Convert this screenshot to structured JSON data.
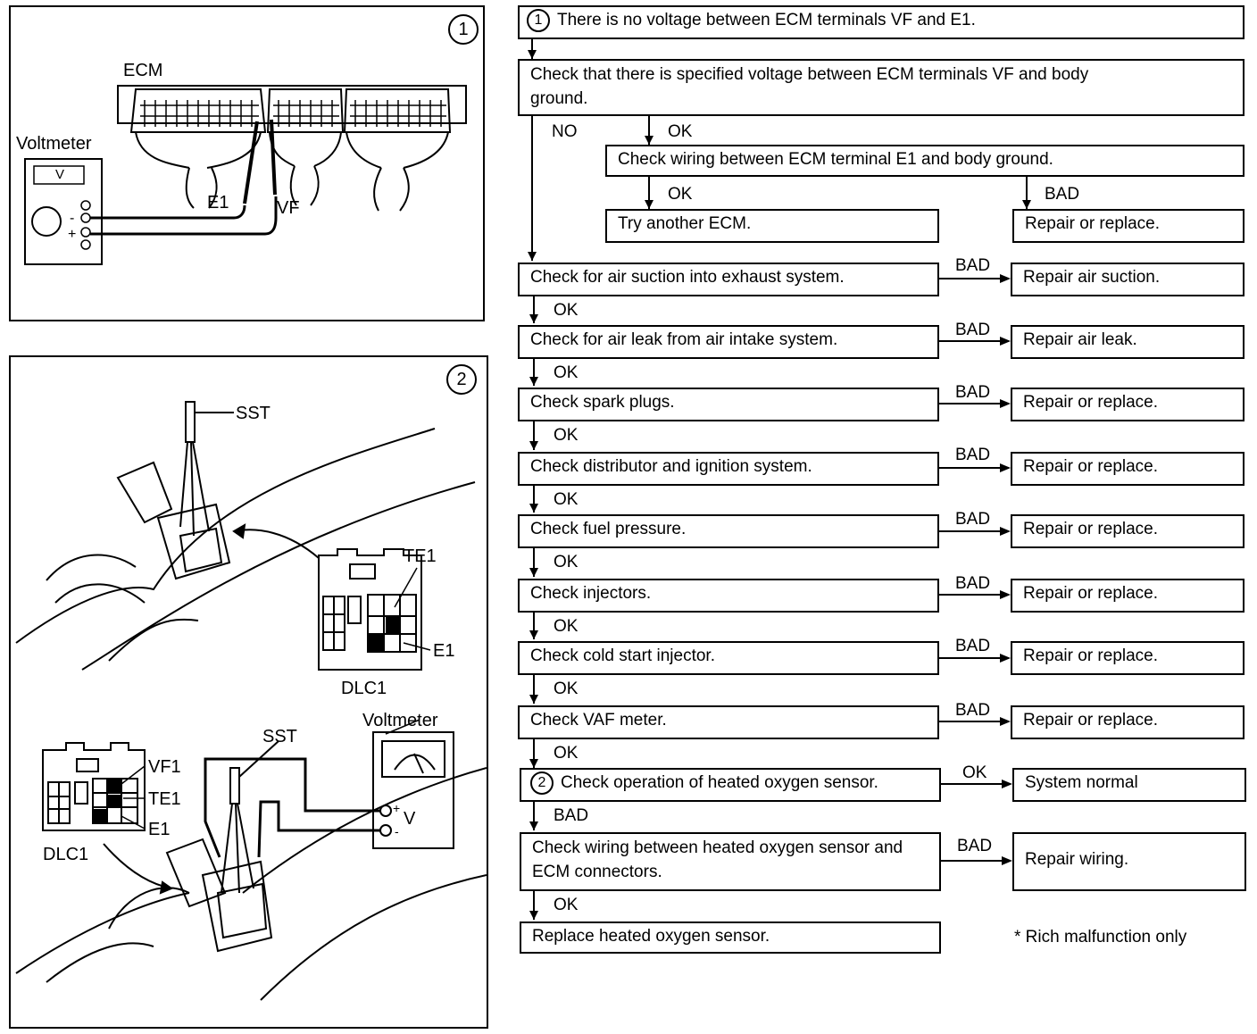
{
  "panel1": {
    "number": "1",
    "labels": {
      "ecm": "ECM",
      "voltmeter": "Voltmeter",
      "meter_v": "V",
      "e1": "E1",
      "vf": "VF",
      "minus": "-",
      "plus": "+"
    }
  },
  "panel2": {
    "number": "2",
    "labels": {
      "sst_top": "SST",
      "te1_top": "TE1",
      "e1_top": "E1",
      "dlc1_top": "DLC1",
      "voltmeter": "Voltmeter",
      "sst_bottom": "SST",
      "vf1": "VF1",
      "te1_bottom": "TE1",
      "e1_bottom": "E1",
      "dlc1_bottom": "DLC1",
      "v": "V",
      "plus": "+",
      "minus": "-"
    }
  },
  "flowchart": {
    "start": {
      "num": "1",
      "text": "There is no voltage between ECM terminals VF and E1."
    },
    "check_vf": "Check that there is specified voltage between ECM terminals VF and body ground.",
    "no": "NO",
    "ok1": "OK",
    "check_wiring_e1": "Check wiring between ECM terminal E1 and body ground.",
    "ok2": "OK",
    "bad1": "BAD",
    "try_ecm": "Try another ECM.",
    "repair_replace1": "Repair or replace.",
    "steps": [
      {
        "check": "Check for air suction into exhaust system.",
        "result_label": "BAD",
        "result": "Repair air suction.",
        "next": "OK"
      },
      {
        "check": "Check for air leak from air intake system.",
        "result_label": "BAD",
        "result": "Repair air leak.",
        "next": "OK"
      },
      {
        "check": "Check spark plugs.",
        "result_label": "BAD",
        "result": "Repair or replace.",
        "next": "OK"
      },
      {
        "check": "Check distributor and ignition system.",
        "result_label": "BAD",
        "result": "Repair or replace.",
        "next": "OK"
      },
      {
        "check": "Check fuel pressure.",
        "result_label": "BAD",
        "result": "Repair or replace.",
        "next": "OK"
      },
      {
        "check": "Check injectors.",
        "result_label": "BAD",
        "result": "Repair or replace.",
        "next": "OK"
      },
      {
        "check": "Check cold start injector.",
        "result_label": "BAD",
        "result": "Repair or replace.",
        "next": "OK"
      },
      {
        "check": "Check VAF meter.",
        "result_label": "BAD",
        "result": "Repair or replace.",
        "next": "OK"
      }
    ],
    "o2_check": {
      "num": "2",
      "text": "Check operation of heated oxygen sensor."
    },
    "o2_ok": "OK",
    "system_normal": "System normal",
    "o2_bad": "BAD",
    "check_wiring_o2": "Check wiring between heated oxygen sensor and ECM connectors.",
    "wiring_bad": "BAD",
    "repair_wiring": "Repair wiring.",
    "wiring_ok": "OK",
    "replace_sensor": "Replace heated oxygen sensor.",
    "note": "* Rich malfunction only"
  }
}
